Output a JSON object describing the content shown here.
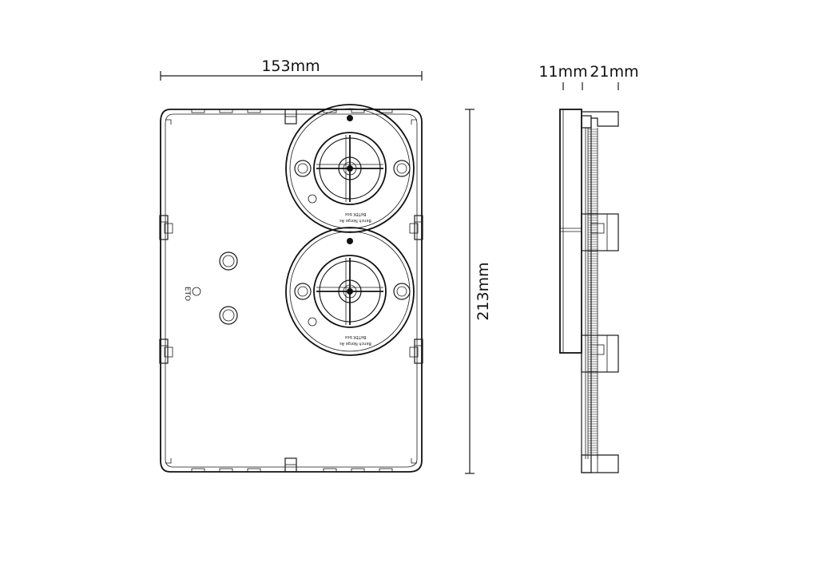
{
  "dimensions": {
    "width_label": "153mm",
    "height_label": "213mm",
    "depth1_label": "11mm",
    "depth2_label": "21mm"
  },
  "cup_markings": {
    "line1": "Bench Norge As",
    "line2": "BeTEK box"
  },
  "logo_text": "ETO"
}
